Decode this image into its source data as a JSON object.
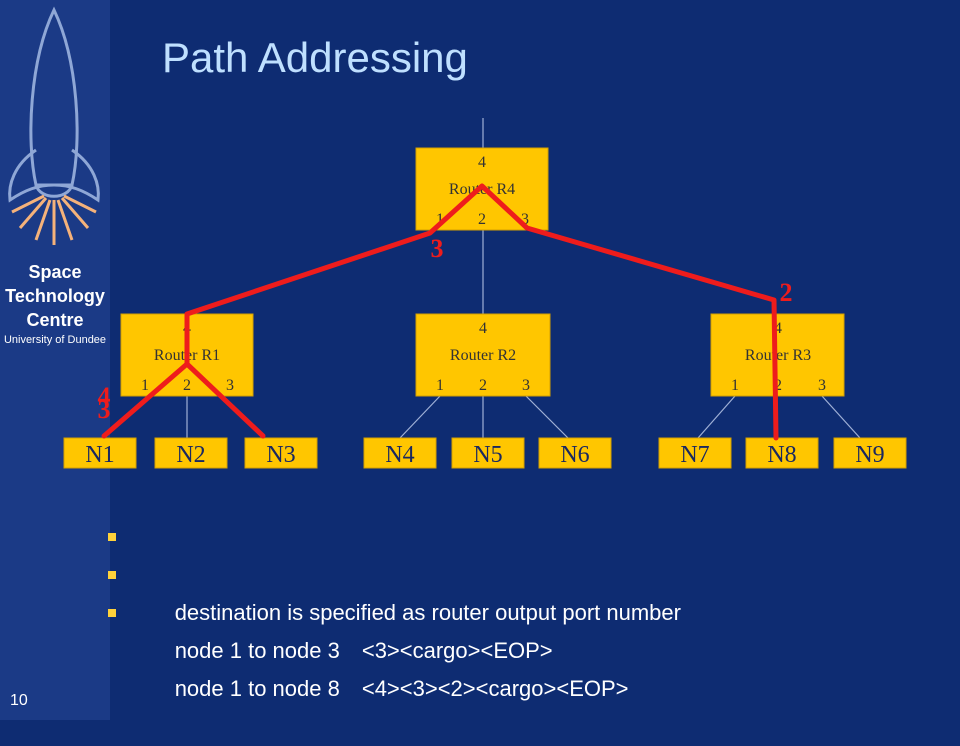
{
  "slide": {
    "title": "Path Addressing",
    "page_number": "10",
    "colors": {
      "background": "#0e2c72",
      "box_fill": "#ffc600",
      "path": "#ee1c1c",
      "title": "#bfe0ff"
    }
  },
  "logo": {
    "line1": "Space",
    "line2": "Technology",
    "line3": "Centre",
    "line4": "University of Dundee"
  },
  "routers": [
    {
      "id": "R4",
      "name": "Router R4",
      "top_port": "4",
      "ports": [
        "1",
        "2",
        "3"
      ]
    },
    {
      "id": "R1",
      "name": "Router R1",
      "top_port": "4",
      "ports": [
        "1",
        "2",
        "3"
      ]
    },
    {
      "id": "R2",
      "name": "Router R2",
      "top_port": "4",
      "ports": [
        "1",
        "2",
        "3"
      ]
    },
    {
      "id": "R3",
      "name": "Router R3",
      "top_port": "4",
      "ports": [
        "1",
        "2",
        "3"
      ]
    }
  ],
  "nodes": [
    "N1",
    "N2",
    "N3",
    "N4",
    "N5",
    "N6",
    "N7",
    "N8",
    "N9"
  ],
  "path_labels": [
    "3",
    "2",
    "4",
    "3"
  ],
  "bullets": [
    {
      "label": "destination is specified as router output port number",
      "path": ""
    },
    {
      "label": "node 1 to node 3",
      "path": "<3><cargo><EOP>"
    },
    {
      "label": "node 1 to node 8",
      "path": "<4><3><2><cargo><EOP>"
    }
  ]
}
